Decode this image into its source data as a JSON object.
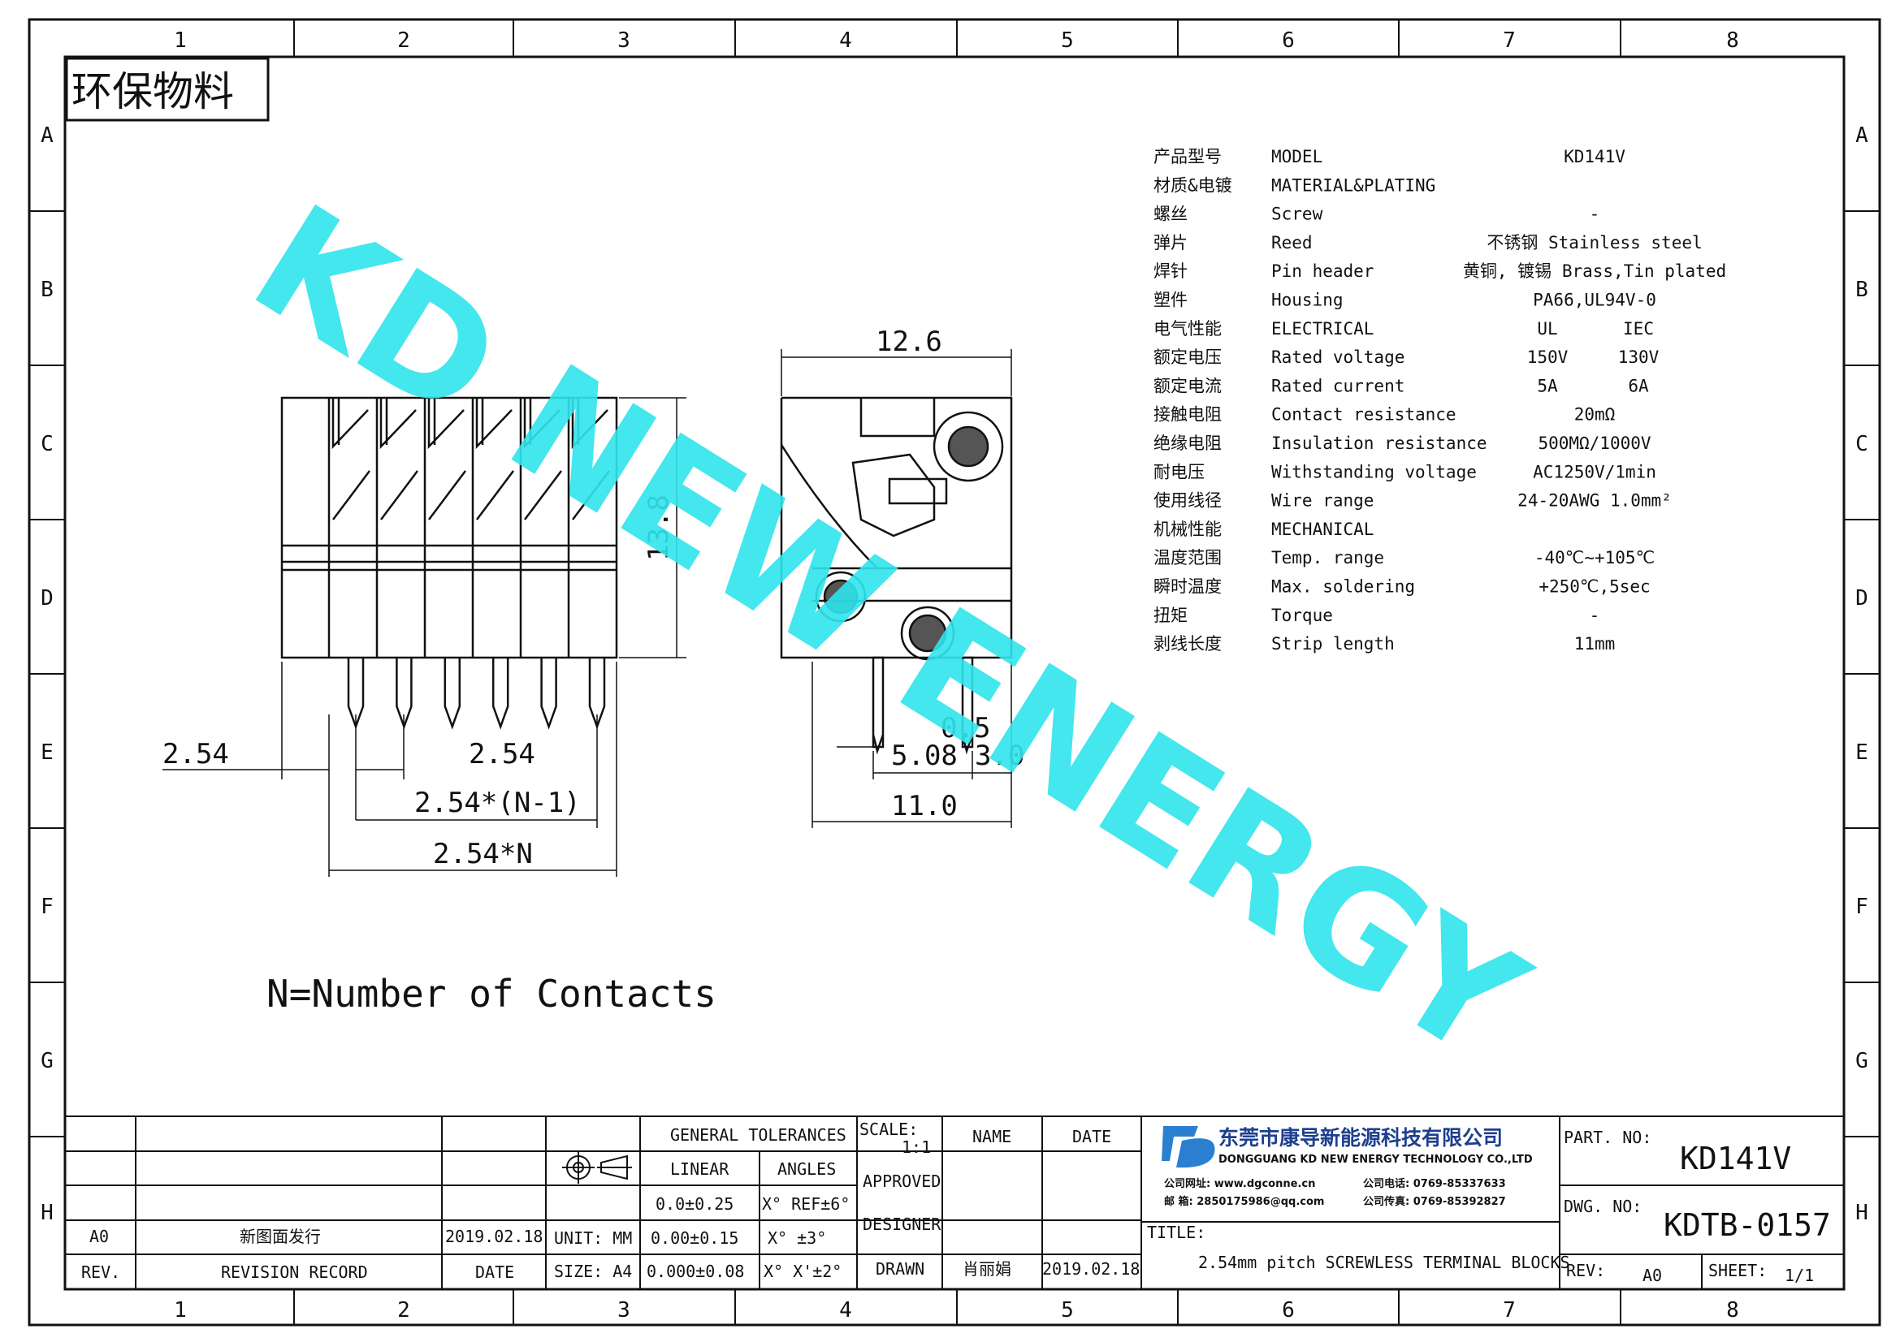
{
  "border": {
    "columns": [
      "1",
      "2",
      "3",
      "4",
      "5",
      "6",
      "7",
      "8"
    ],
    "rows": [
      "A",
      "B",
      "C",
      "D",
      "E",
      "F",
      "G",
      "H"
    ]
  },
  "header_label": "环保物料",
  "watermark": "KD NEW ENERGY",
  "specs": [
    {
      "cn": "产品型号",
      "en": "MODEL",
      "val1": "KD141V",
      "val2": ""
    },
    {
      "cn": "材质&电镀",
      "en": "MATERIAL&PLATING",
      "val1": "",
      "val2": ""
    },
    {
      "cn": "螺丝",
      "en": "Screw",
      "val1": "-",
      "val2": ""
    },
    {
      "cn": "弹片",
      "en": "Reed",
      "val1": "不锈钢 Stainless steel",
      "val2": ""
    },
    {
      "cn": "焊针",
      "en": "Pin header",
      "val1": "黄铜, 镀锡 Brass,Tin plated",
      "val2": ""
    },
    {
      "cn": "塑件",
      "en": "Housing",
      "val1": "PA66,UL94V-0",
      "val2": ""
    },
    {
      "cn": "电气性能",
      "en": "ELECTRICAL",
      "val1": "UL",
      "val2": "IEC"
    },
    {
      "cn": "额定电压",
      "en": "Rated voltage",
      "val1": "150V",
      "val2": "130V"
    },
    {
      "cn": "额定电流",
      "en": "Rated current",
      "val1": "5A",
      "val2": "6A"
    },
    {
      "cn": "接触电阻",
      "en": "Contact resistance",
      "val1": "20mΩ",
      "val2": ""
    },
    {
      "cn": "绝缘电阻",
      "en": "Insulation resistance",
      "val1": "500MΩ/1000V",
      "val2": ""
    },
    {
      "cn": "耐电压",
      "en": "Withstanding voltage",
      "val1": "AC1250V/1min",
      "val2": ""
    },
    {
      "cn": "使用线径",
      "en": "Wire range",
      "val1": "24-20AWG 1.0mm²",
      "val2": ""
    },
    {
      "cn": "机械性能",
      "en": "MECHANICAL",
      "val1": "",
      "val2": ""
    },
    {
      "cn": "温度范围",
      "en": "Temp. range",
      "val1": "-40℃~+105℃",
      "val2": ""
    },
    {
      "cn": "瞬时温度",
      "en": "Max. soldering",
      "val1": "+250℃,5sec",
      "val2": ""
    },
    {
      "cn": "扭矩",
      "en": "Torque",
      "val1": "-",
      "val2": ""
    },
    {
      "cn": "剥线长度",
      "en": "Strip length",
      "val1": "11mm",
      "val2": ""
    }
  ],
  "dimensions": {
    "side_width": "12.6",
    "height": "13.8",
    "pitch_left": "2.54",
    "pitch": "2.54",
    "span_n_minus_1": "2.54*(N-1)",
    "span_n": "2.54*N",
    "pin_offset": "0.5",
    "dim_508": "5.08",
    "dim_30": "3.0",
    "depth": "11.0"
  },
  "note": "N=Number of Contacts",
  "title_block": {
    "general_tolerances": "GENERAL TOLERANCES",
    "linear": "LINEAR",
    "angles": "ANGLES",
    "tol_1": "0.0±0.25",
    "tol_2": "0.00±0.15",
    "tol_3": "0.000±0.08",
    "ang_1": "X° REF±6°",
    "ang_2": "X° ±3°",
    "ang_3": "X° X'±2°",
    "unit": "UNIT: MM",
    "size": "SIZE: A4",
    "scale_label": "SCALE:",
    "scale_value": "1:1",
    "name": "NAME",
    "date": "DATE",
    "approved": "APPROVED",
    "designer": "DESIGNER",
    "drawn": "DRAWN",
    "drawn_name": "肖丽娟",
    "drawn_date": "2019.02.18",
    "rev_code": "A0",
    "rev_record": "新图面发行",
    "rev_date": "2019.02.18",
    "rev_hdr": "REV.",
    "record_hdr": "REVISION RECORD",
    "date_hdr": "DATE",
    "company_cn": "东莞市康导新能源科技有限公司",
    "company_en": "DONGGUANG KD NEW ENERGY TECHNOLOGY CO.,LTD",
    "website": "公司网址: www.dgconne.cn",
    "phone": "公司电话: 0769-85337633",
    "email": "邮 箱: 2850175986@qq.com",
    "fax": "公司传真: 0769-85392827",
    "title_label": "TITLE:",
    "title": "2.54mm pitch SCREWLESS TERMINAL BLOCKS",
    "part_label": "PART. NO:",
    "part_no": "KD141V",
    "dwg_label": "DWG. NO:",
    "dwg_no": "KDTB-0157",
    "rev_label": "REV:",
    "rev_value": "A0",
    "sheet_label": "SHEET:",
    "sheet_value": "1/1"
  },
  "colors": {
    "watermark": "#2fe5ec",
    "company": "#1d3f8f",
    "logo": "#2a7fd0"
  }
}
